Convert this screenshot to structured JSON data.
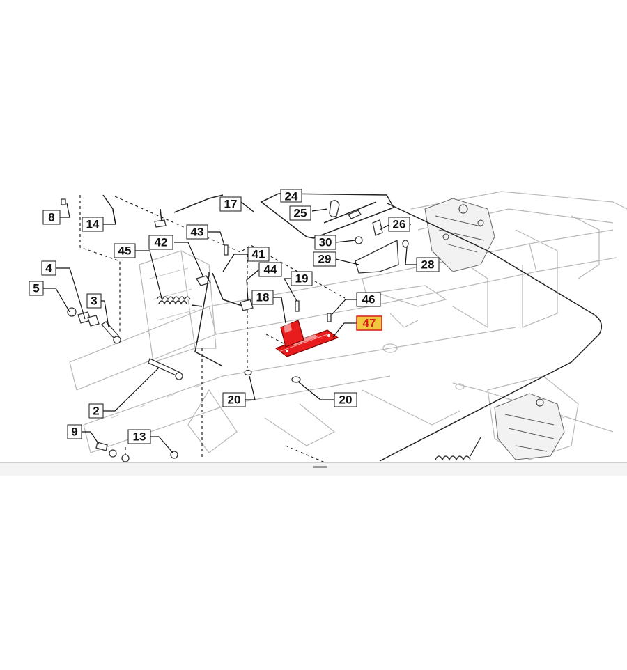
{
  "diagram": {
    "callouts": [
      {
        "id": "c8",
        "text": "8"
      },
      {
        "id": "c14",
        "text": "14"
      },
      {
        "id": "c17",
        "text": "17"
      },
      {
        "id": "c24",
        "text": "24"
      },
      {
        "id": "c25",
        "text": "25"
      },
      {
        "id": "c26",
        "text": "26"
      },
      {
        "id": "c43",
        "text": "43"
      },
      {
        "id": "c42",
        "text": "42"
      },
      {
        "id": "c45",
        "text": "45"
      },
      {
        "id": "c41",
        "text": "41"
      },
      {
        "id": "c30",
        "text": "30"
      },
      {
        "id": "c29",
        "text": "29"
      },
      {
        "id": "c28",
        "text": "28"
      },
      {
        "id": "c4",
        "text": "4"
      },
      {
        "id": "c44",
        "text": "44"
      },
      {
        "id": "c19",
        "text": "19"
      },
      {
        "id": "c5",
        "text": "5"
      },
      {
        "id": "c18",
        "text": "18"
      },
      {
        "id": "c3",
        "text": "3"
      },
      {
        "id": "c46",
        "text": "46"
      },
      {
        "id": "c47",
        "text": "47"
      },
      {
        "id": "c20a",
        "text": "20"
      },
      {
        "id": "c20b",
        "text": "20"
      },
      {
        "id": "c2",
        "text": "2"
      },
      {
        "id": "c9",
        "text": "9"
      },
      {
        "id": "c13",
        "text": "13"
      }
    ],
    "highlighted_part": "47",
    "colors": {
      "highlight_fill": "#e81c1c",
      "highlight_label_bg": "#f0c840",
      "line": "#111111",
      "ghost": "#b8b8b8"
    }
  }
}
